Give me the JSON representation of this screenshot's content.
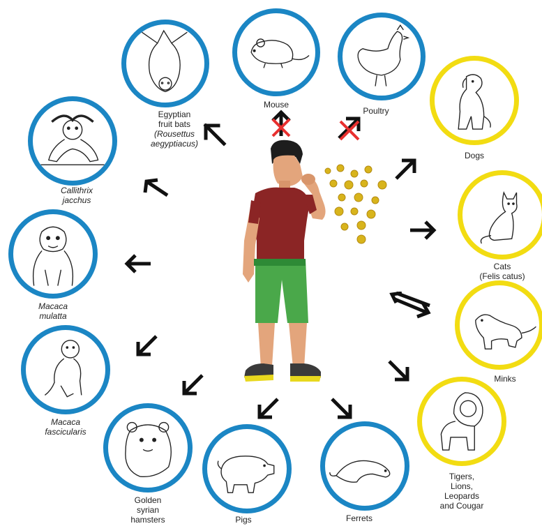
{
  "colors": {
    "susceptible": "#1b86c4",
    "exposed_only": "#f2dc12",
    "no_infection_mark": "#e8302f",
    "arrow": "#111111",
    "virus": "#d8b41c"
  },
  "animals": {
    "bats": {
      "line1": "Egyptian",
      "line2": "fruit bats",
      "line3": "(Rousettus",
      "line4": "aegyptiacus)",
      "icon": "bat-icon"
    },
    "mouse": {
      "label": "Mouse",
      "icon": "mouse-icon"
    },
    "poultry": {
      "label": "Poultry",
      "icon": "chicken-icon"
    },
    "dogs": {
      "label": "Dogs",
      "icon": "dog-icon"
    },
    "cats": {
      "line1": "Cats",
      "line2": "(Felis catus)",
      "icon": "cat-icon"
    },
    "minks": {
      "label": "Minks",
      "icon": "mink-icon"
    },
    "big_cats": {
      "line1": "Tigers,",
      "line2": "Lions,",
      "line3": "Leopards",
      "line4": "and Cougar",
      "icon": "lion-icon"
    },
    "ferrets": {
      "label": "Ferrets",
      "icon": "ferret-icon"
    },
    "pigs": {
      "label": "Pigs",
      "icon": "pig-icon"
    },
    "hamsters": {
      "line1": "Golden",
      "line2": "syrian",
      "line3": "hamsters",
      "icon": "hamster-icon"
    },
    "macaca_fascicularis": {
      "line1": "Macaca",
      "line2": "fascicularis",
      "icon": "monkey-icon"
    },
    "macaca_mulatta": {
      "line1": "Macaca",
      "line2": "mulatta",
      "icon": "monkey-icon"
    },
    "callithrix": {
      "line1": "Callithrix",
      "line2": "jacchus",
      "icon": "marmoset-icon"
    }
  }
}
